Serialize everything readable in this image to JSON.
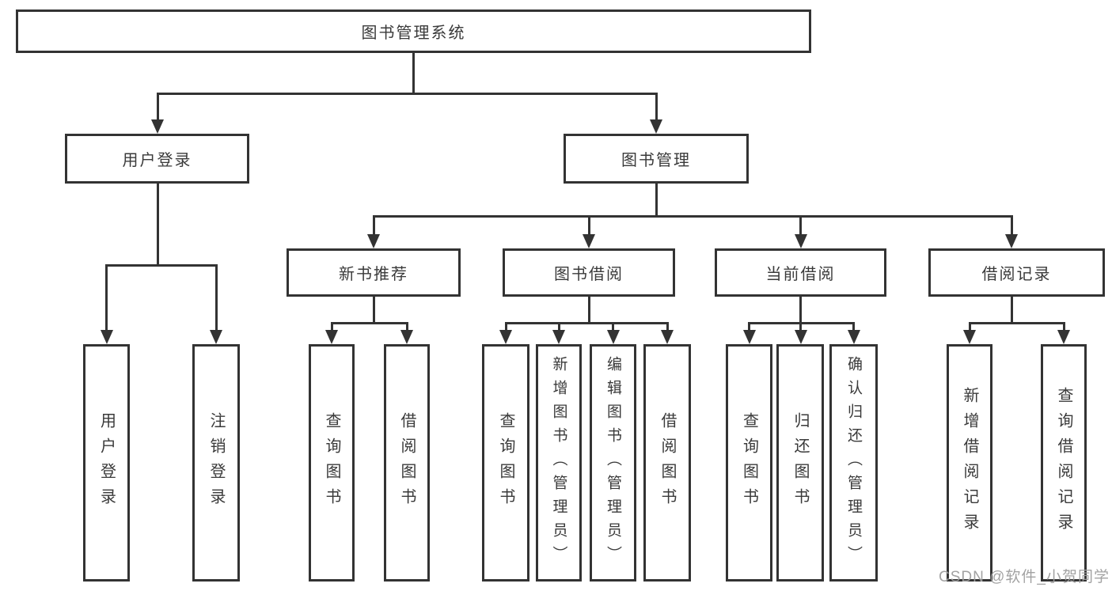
{
  "tree": {
    "root": {
      "label": "图书管理系统"
    },
    "branches": [
      {
        "label": "用户登录",
        "children": [
          {
            "label": "用户登录"
          },
          {
            "label": "注销登录"
          }
        ]
      },
      {
        "label": "图书管理",
        "children": [
          {
            "label": "新书推荐",
            "children": [
              {
                "label": "查询图书"
              },
              {
                "label": "借阅图书"
              }
            ]
          },
          {
            "label": "图书借阅",
            "children": [
              {
                "label": "查询图书"
              },
              {
                "label": "新增图书（管理员）"
              },
              {
                "label": "编辑图书（管理员）"
              },
              {
                "label": "借阅图书"
              }
            ]
          },
          {
            "label": "当前借阅",
            "children": [
              {
                "label": "查询图书"
              },
              {
                "label": "归还图书"
              },
              {
                "label": "确认归还（管理员）"
              }
            ]
          },
          {
            "label": "借阅记录",
            "children": [
              {
                "label": "新增借阅记录"
              },
              {
                "label": "查询借阅记录"
              }
            ]
          }
        ]
      }
    ]
  },
  "watermark": "CSDN @软件_小贺同学",
  "colors": {
    "line": "#333333",
    "text": "#3a3a3a",
    "watermark": "#9e9e9e",
    "background": "#ffffff"
  }
}
